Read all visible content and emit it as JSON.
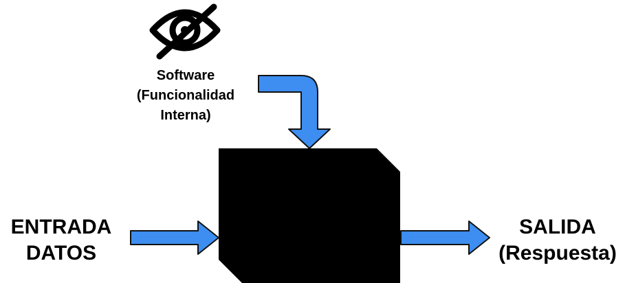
{
  "colors": {
    "arrow_fill": "#3d8ef0",
    "arrow_stroke": "#111111",
    "box_fill": "#000000"
  },
  "icons": {
    "top": "eye-slash-icon"
  },
  "labels": {
    "software": {
      "line1": "Software",
      "line2": "(Funcionalidad",
      "line3": "Interna)"
    },
    "input": {
      "line1": "ENTRADA",
      "line2": "DATOS"
    },
    "output": {
      "line1": "SALIDA",
      "line2": "(Respuesta)"
    }
  }
}
